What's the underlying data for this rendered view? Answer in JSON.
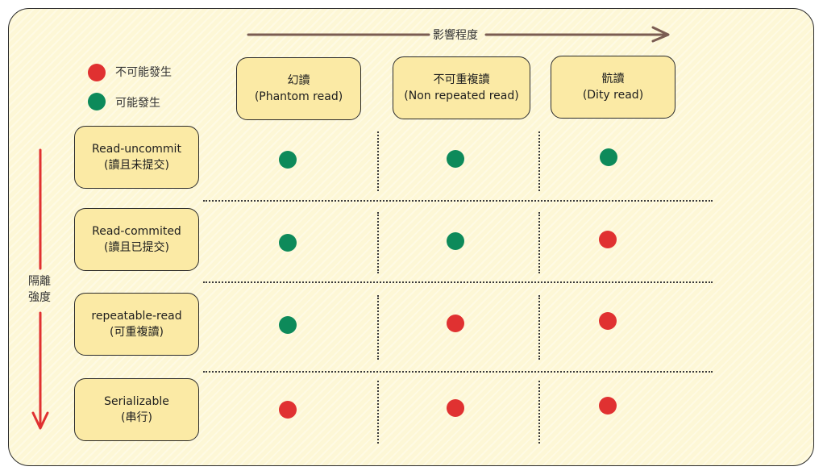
{
  "colors": {
    "not_possible": "#e03131",
    "possible": "#0d8a5a",
    "arrow_horizontal": "#7a5c52",
    "arrow_vertical": "#e03131"
  },
  "legend": {
    "not_possible_label": "不可能發生",
    "possible_label": "可能發生"
  },
  "axis_top_label": "影響程度",
  "axis_left_label_line1": "隔離",
  "axis_left_label_line2": "強度",
  "columns": [
    {
      "line1": "幻讀",
      "line2": "(Phantom read)"
    },
    {
      "line1": "不可重複讀",
      "line2": "(Non repeated read)"
    },
    {
      "line1": "骯讀",
      "line2": "(Dity read)"
    }
  ],
  "rows": [
    {
      "line1": "Read-uncommit",
      "line2": "(讀且未提交)",
      "cells": [
        "possible",
        "possible",
        "possible"
      ]
    },
    {
      "line1": "Read-commited",
      "line2": "(讀且已提交)",
      "cells": [
        "possible",
        "possible",
        "not_possible"
      ]
    },
    {
      "line1": "repeatable-read",
      "line2": "(可重複讀)",
      "cells": [
        "possible",
        "not_possible",
        "not_possible"
      ]
    },
    {
      "line1": "Serializable",
      "line2": "(串行)",
      "cells": [
        "not_possible",
        "not_possible",
        "not_possible"
      ]
    }
  ]
}
